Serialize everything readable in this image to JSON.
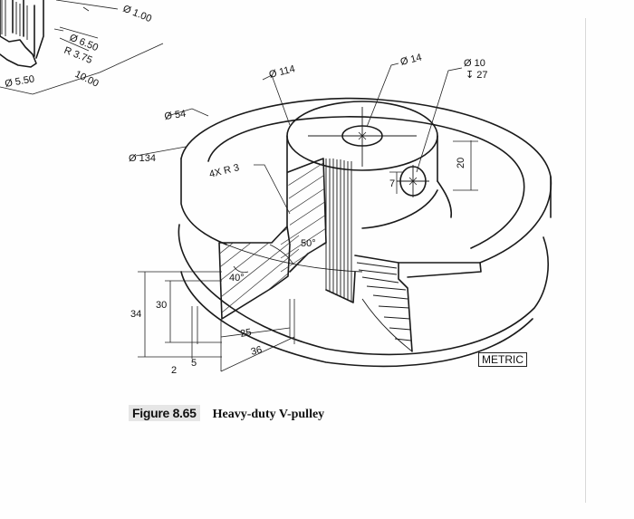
{
  "figure": {
    "label": "Figure 8.65",
    "title": "Heavy-duty V-pulley",
    "units_badge": "METRIC"
  },
  "dimensions": {
    "dia_134": "Ø 134",
    "dia_54": "Ø 54",
    "dia_114": "Ø 114",
    "dia_14": "Ø 14",
    "dia_10": "Ø 10",
    "depth_27": "↧ 27",
    "radius_4x": "4X R 3",
    "height_20": "20",
    "offset_7": "7",
    "angle_50": "50°",
    "angle_40": "40°",
    "height_34": "34",
    "height_30": "30",
    "width_25": "25",
    "width_36": "36",
    "dim_2": "2",
    "dim_5": "5"
  },
  "previous_figure": {
    "dia_100": "Ø 1.00",
    "dia_650": "Ø 6.50",
    "radius_375": "R 3.75",
    "dia_550": "Ø 5.50",
    "len_1000": "10.00"
  }
}
